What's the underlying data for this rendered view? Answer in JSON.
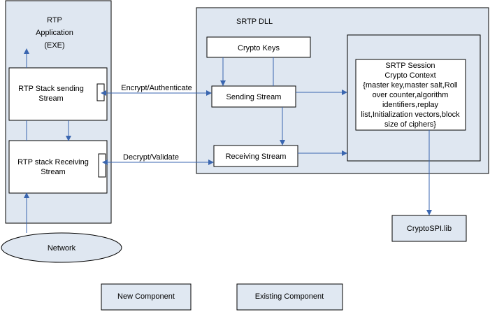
{
  "colors": {
    "container_fill": "#dfe7f1",
    "box_fill": "#ffffff",
    "border": "#000000",
    "arrow": "#3a66b0",
    "legend_new_fill": "#e0e8f2",
    "legend_existing_fill": "#e0e8f2"
  },
  "rtp_app": {
    "title_lines": [
      "RTP",
      "Application",
      "(EXE)"
    ],
    "sending_lines": [
      "RTP Stack sending",
      "Stream"
    ],
    "receiving_lines": [
      "RTP stack Receiving",
      "Stream"
    ]
  },
  "srtp_dll": {
    "title": "SRTP DLL",
    "crypto_keys": "Crypto Keys",
    "sending_stream": "Sending Stream",
    "receiving_stream": "Receiving Stream",
    "session_lines": [
      "SRTP Session",
      "Crypto Context",
      "{master key,master salt,Roll",
      "over counter,algorithm",
      "identifiers,replay",
      "list,Initialization vectors,block",
      "size of ciphers}"
    ]
  },
  "labels": {
    "encrypt": "Encrypt/Authenticate",
    "decrypt": "Decrypt/Validate"
  },
  "network": "Network",
  "cryptospi": "CryptoSPI.lib",
  "legend": {
    "new_component": "New Component",
    "existing_component": "Existing Component"
  }
}
